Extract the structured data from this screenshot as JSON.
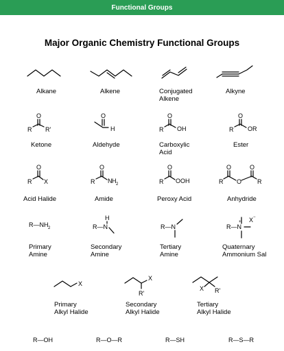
{
  "header": {
    "title": "Functional Groups"
  },
  "diagram_title": "Major Organic Chemistry Functional Groups",
  "labels": {
    "alkane": "Alkane",
    "alkene": "Alkene",
    "conjugated_1": "Conjugated",
    "conjugated_2": "Alkene",
    "alkyne": "Alkyne",
    "ketone": "Ketone",
    "aldehyde": "Aldehyde",
    "carboxylic_1": "Carboxylic",
    "carboxylic_2": "Acid",
    "ester": "Ester",
    "acid_halide": "Acid Halide",
    "amide": "Amide",
    "peroxy_acid": "Peroxy Acid",
    "anhydride": "Anhydride",
    "primary_amine_1": "Primary",
    "primary_amine_2": "Amine",
    "secondary_amine_1": "Secondary",
    "secondary_amine_2": "Amine",
    "tertiary_amine_1": "Tertiary",
    "tertiary_amine_2": "Amine",
    "quaternary_1": "Quaternary",
    "quaternary_2": "Ammonium Sal",
    "primary_halide_1": "Primary",
    "primary_halide_2": "Alkyl Halide",
    "secondary_halide_1": "Secondary",
    "secondary_halide_2": "Alkyl Halide",
    "tertiary_halide_1": "Tertiary",
    "tertiary_halide_2": "Alkyl Halide"
  },
  "atoms": {
    "O": "O",
    "R": "R",
    "R_prime": "R'",
    "H": "H",
    "OH": "OH",
    "OR": "OR",
    "X": "X",
    "N": "N",
    "H2": "2",
    "OOH": "OOH",
    "NH": "NH",
    "R_NH": "R—NH",
    "R_N": "R—N",
    "R_N_q": "R—N",
    "plus": "+",
    "X_anion": "X",
    "minus": "−"
  },
  "formulas": {
    "alcohol": "R—OH",
    "ether": "R—O—R",
    "thiol": "R—SH",
    "sulfide": "R—S—R"
  }
}
